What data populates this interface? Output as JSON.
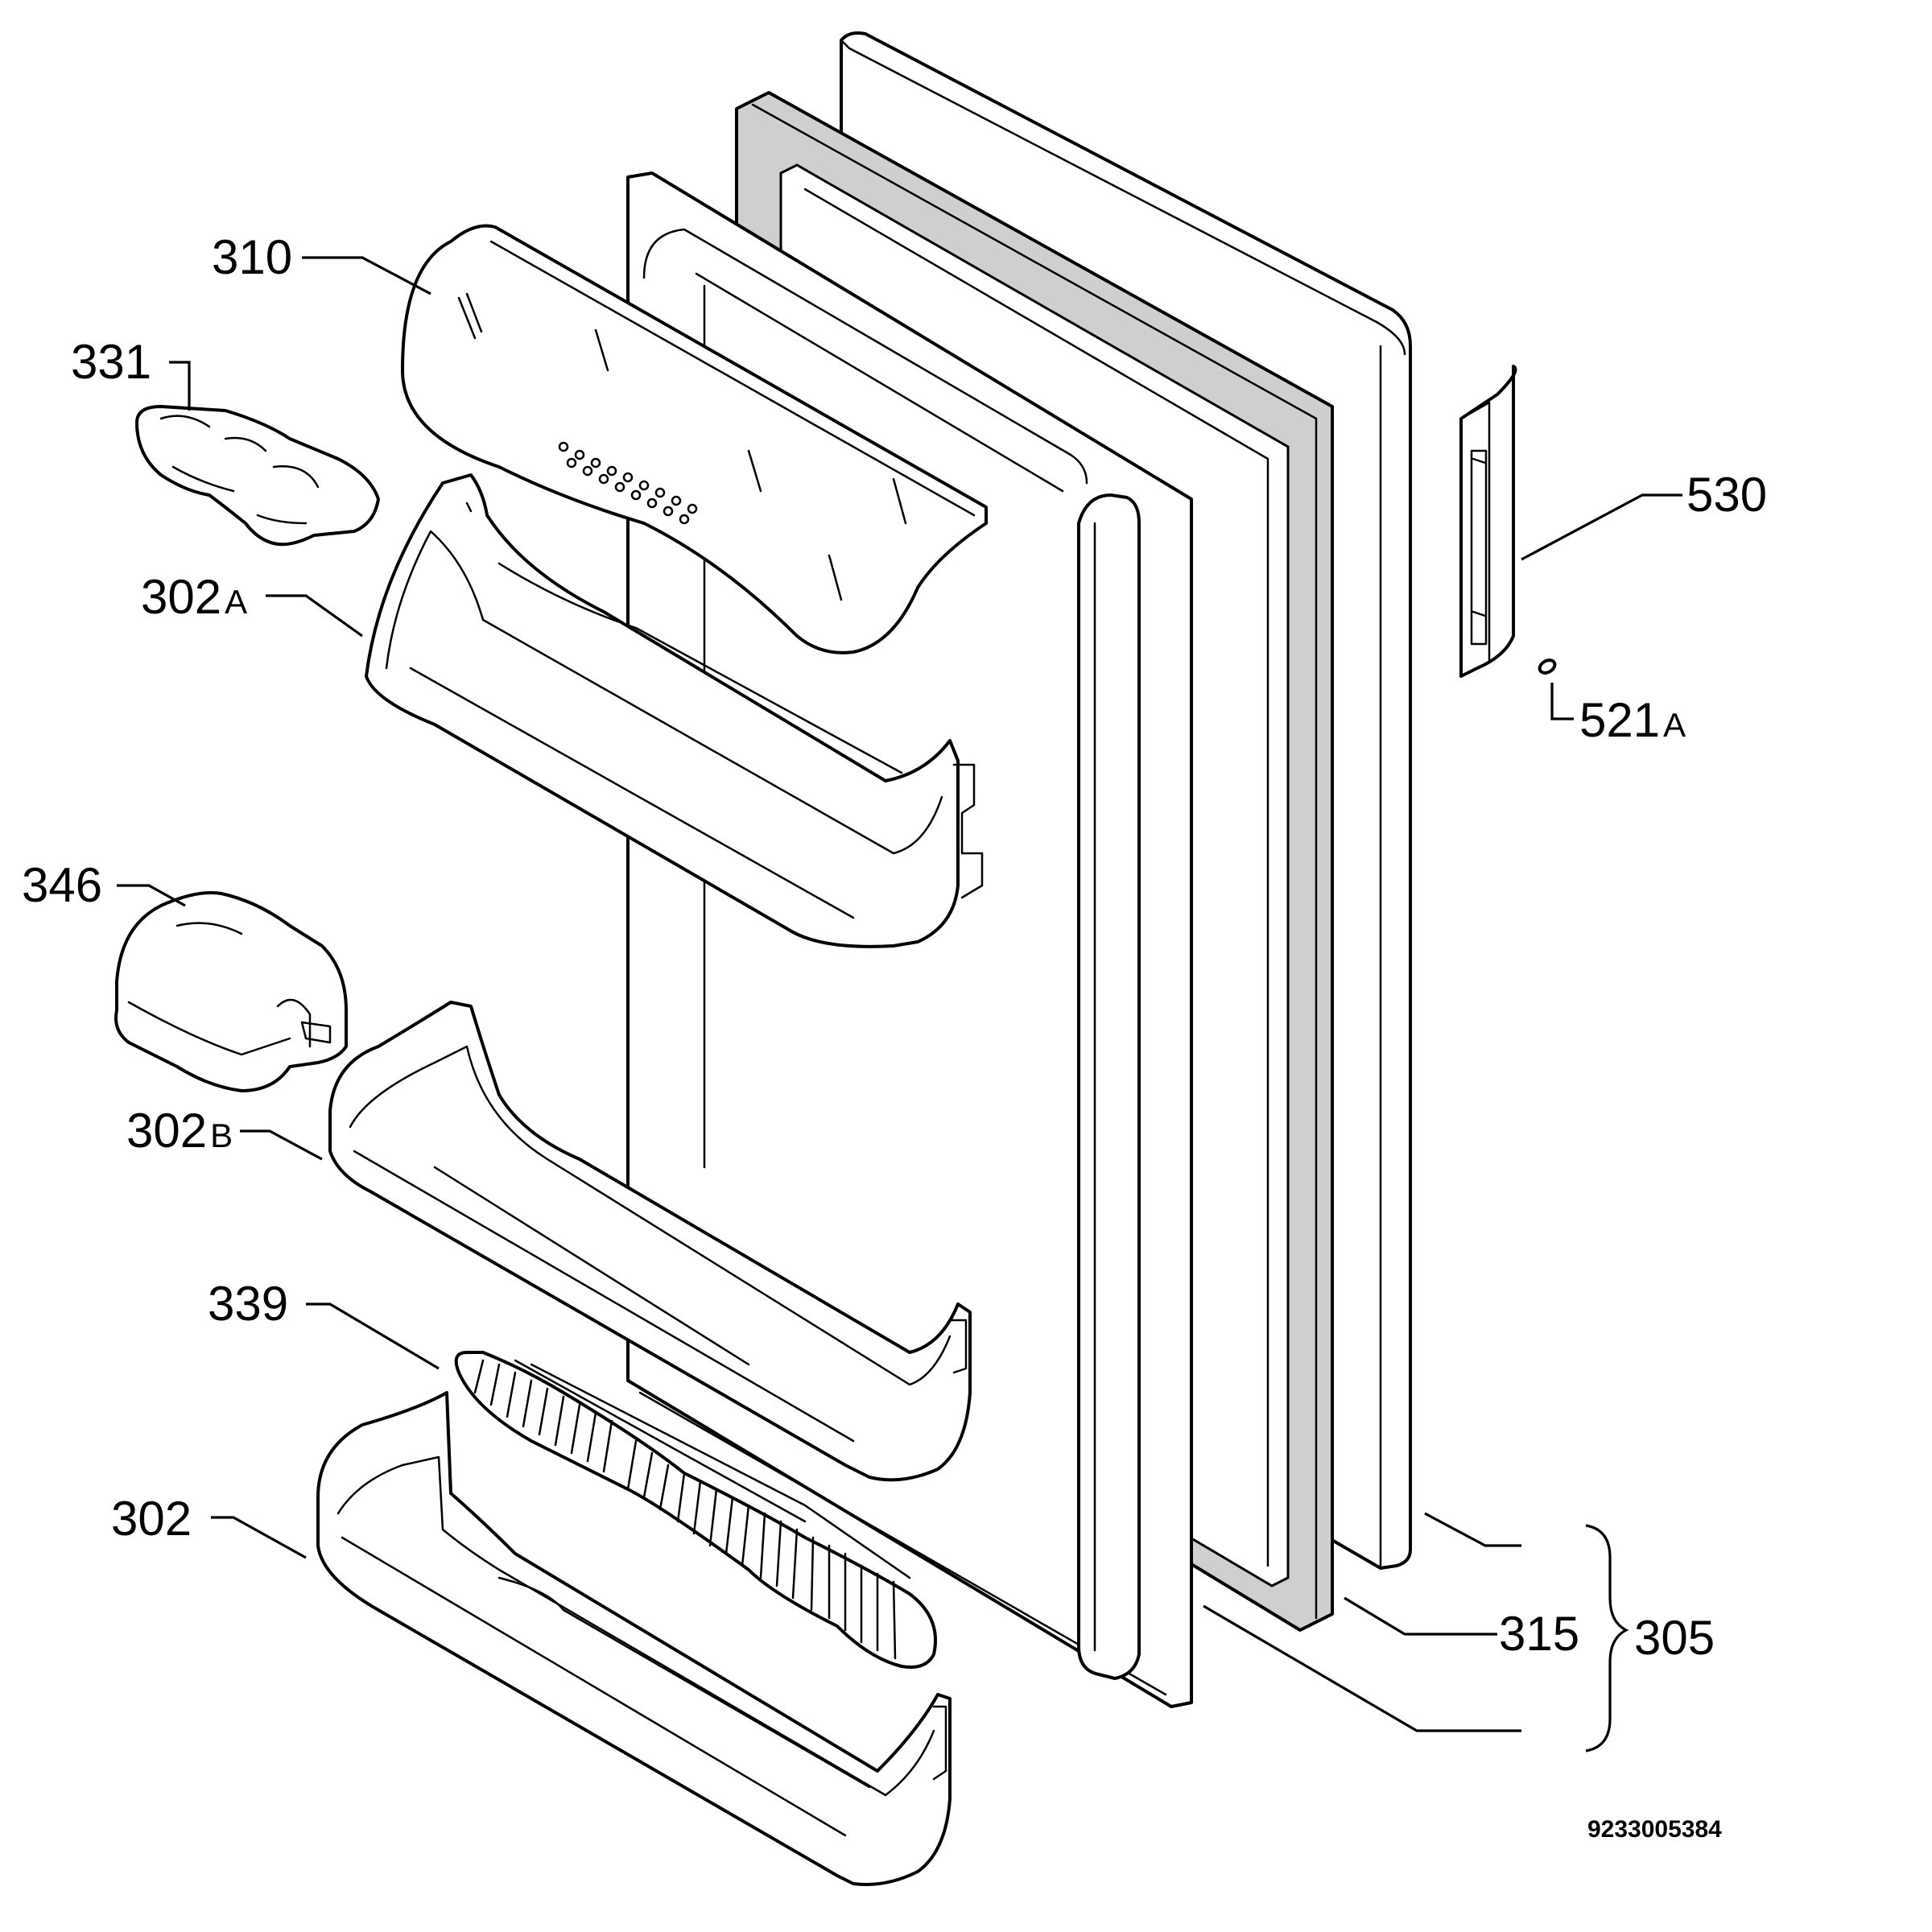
{
  "labels": {
    "p310": "310",
    "p331": "331",
    "p302a_num": "302",
    "p302a_suffix": "A",
    "p346": "346",
    "p302b_num": "302",
    "p302b_suffix": "B",
    "p339": "339",
    "p302": "302",
    "p530": "530",
    "p521a_num": "521",
    "p521a_suffix": "A",
    "p315": "315",
    "p305": "305"
  },
  "document_number": "9233005384",
  "colors": {
    "line": "#000000",
    "gasket": "#cfcfcf",
    "paper": "#ffffff"
  }
}
